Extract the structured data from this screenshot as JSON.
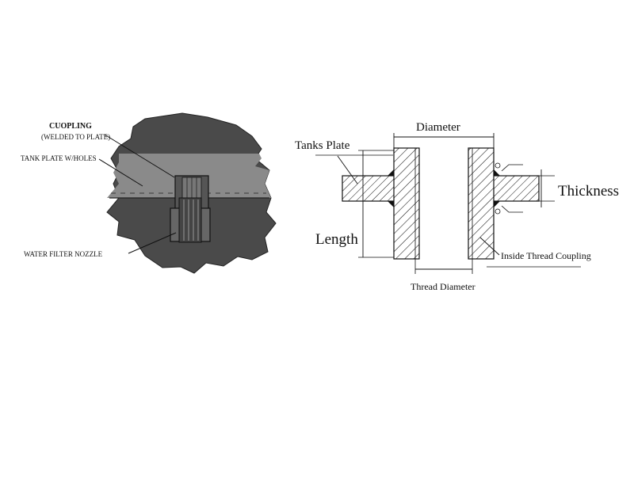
{
  "left_detail": {
    "labels": {
      "coupling": "CUOPLING",
      "coupling_note": "(WELDED TO PLATE)",
      "tank_plate": "TANK PLATE W/HOLES",
      "nozzle": "WATER FILTER NOZZLE"
    }
  },
  "right_detail": {
    "labels": {
      "diameter": "Diameter",
      "tanks_plate": "Tanks Plate",
      "thickness": "Thickness",
      "length": "Length",
      "inside_thread": "Inside Thread Coupling",
      "thread_diameter": "Thread Diameter"
    }
  },
  "colors": {
    "dark_fill": "#4a4a4a",
    "plate_fill": "#8a8a8a",
    "line": "#111111",
    "background": "#ffffff"
  }
}
